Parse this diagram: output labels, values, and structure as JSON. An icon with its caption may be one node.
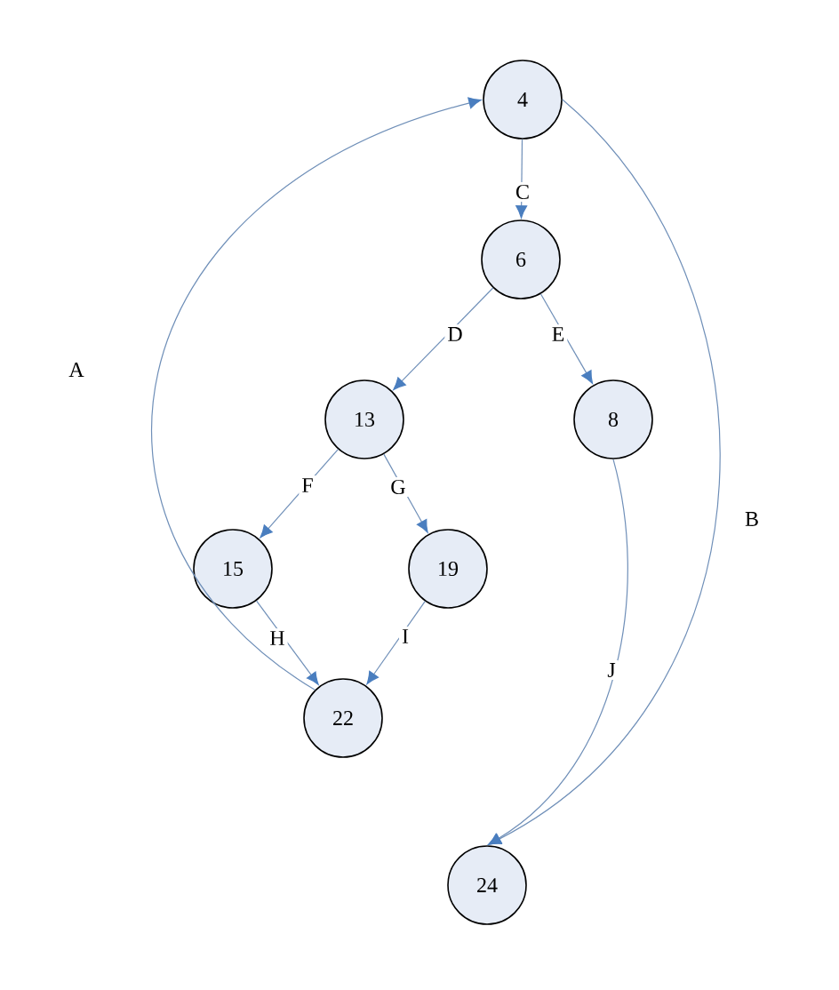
{
  "diagram": {
    "nodes": [
      {
        "text": [
          "4"
        ]
      },
      {
        "text": [
          "6"
        ]
      },
      {
        "text": [
          "13"
        ]
      },
      {
        "text": [
          "8"
        ]
      },
      {
        "text": [
          "15"
        ]
      },
      {
        "text": [
          "19"
        ]
      },
      {
        "text": [
          "22"
        ]
      },
      {
        "text": [
          "24"
        ]
      }
    ],
    "edges": [
      {
        "from": 6,
        "to": 0,
        "arrow": "to",
        "label": "A"
      },
      {
        "from": 0,
        "to": 1,
        "arrow": "to",
        "label": "C"
      },
      {
        "from": 1,
        "to": 2,
        "arrow": "to",
        "label": "D"
      },
      {
        "from": 1,
        "to": 3,
        "arrow": "to",
        "label": "E"
      },
      {
        "from": 2,
        "to": 4,
        "arrow": "to",
        "label": "F"
      },
      {
        "from": 2,
        "to": 5,
        "arrow": "to",
        "label": "G"
      },
      {
        "from": 4,
        "to": 6,
        "arrow": "to",
        "label": "H"
      },
      {
        "from": 5,
        "to": 6,
        "arrow": "to",
        "label": "I"
      },
      {
        "from": 3,
        "to": 7,
        "arrow": "to",
        "label": "J"
      },
      {
        "from": 0,
        "to": 7,
        "arrow": "to",
        "label": "B"
      }
    ]
  }
}
